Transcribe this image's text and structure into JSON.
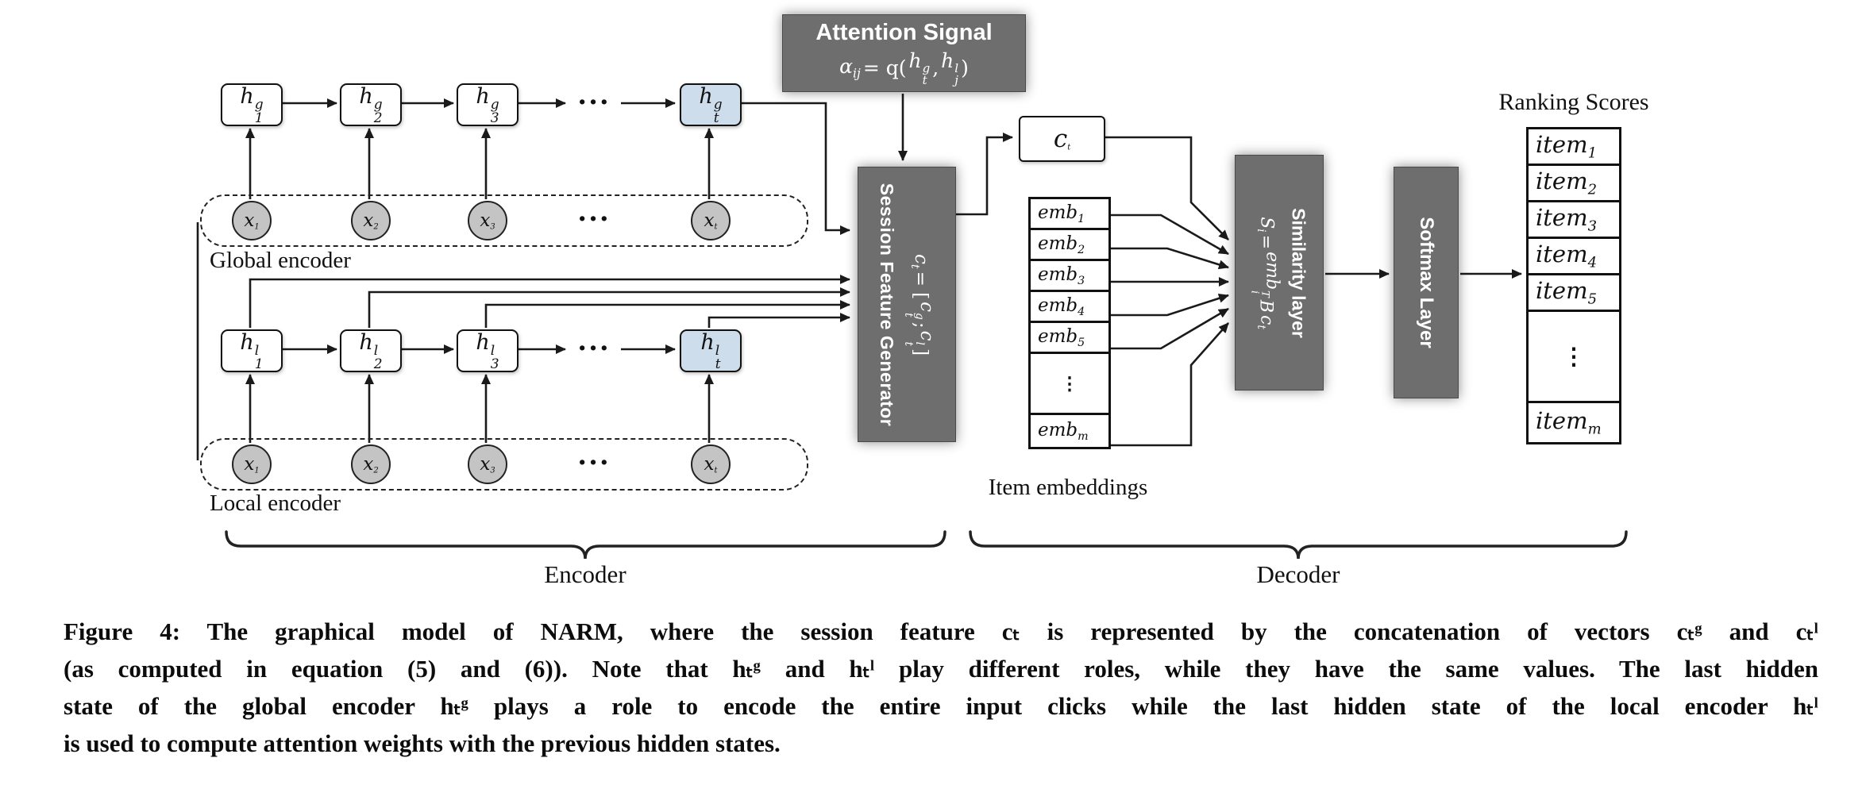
{
  "colors": {
    "dark_box": "#6e6e6e",
    "highlight_box": "#cdddeb",
    "node_fill": "#c4c4c4",
    "line": "#1a1a1a"
  },
  "attention": {
    "title": "Attention Signal",
    "f_alpha": "α",
    "f_alpha_sub": "ij",
    "f_eq": "= q(",
    "f_h": "h",
    "f_h1_sup": "g",
    "f_h1_sub": "t",
    "f_comma": ",",
    "f_h2_sup": "l",
    "f_h2_sub": "j",
    "f_close": ")"
  },
  "global": {
    "label": "Global encoder",
    "dots": "···",
    "units": [
      {
        "b": "h",
        "sup": "g",
        "sub": "1"
      },
      {
        "b": "h",
        "sup": "g",
        "sub": "2"
      },
      {
        "b": "h",
        "sup": "g",
        "sub": "3"
      },
      {
        "b": "h",
        "sup": "g",
        "sub": "t"
      }
    ],
    "inputs": [
      {
        "b": "x",
        "sub": "1"
      },
      {
        "b": "x",
        "sub": "2"
      },
      {
        "b": "x",
        "sub": "3"
      },
      {
        "b": "x",
        "sub": "t"
      }
    ]
  },
  "local": {
    "label": "Local encoder",
    "dots": "···",
    "units": [
      {
        "b": "h",
        "sup": "l",
        "sub": "1"
      },
      {
        "b": "h",
        "sup": "l",
        "sub": "2"
      },
      {
        "b": "h",
        "sup": "l",
        "sub": "3"
      },
      {
        "b": "h",
        "sup": "l",
        "sub": "t"
      }
    ],
    "inputs": [
      {
        "b": "x",
        "sub": "1"
      },
      {
        "b": "x",
        "sub": "2"
      },
      {
        "b": "x",
        "sub": "3"
      },
      {
        "b": "x",
        "sub": "t"
      }
    ]
  },
  "sfg": {
    "title": "Session Feature Generator",
    "f_c": "c",
    "f_c_sub": "t",
    "f_eq": "= [",
    "f_cg": "c",
    "f_cg_sup": "g",
    "f_cg_sub": "t",
    "f_semi": ";",
    "f_cl": "c",
    "f_cl_sup": "l",
    "f_cl_sub": "t",
    "f_close": "]"
  },
  "ct": {
    "b": "c",
    "sub": "t"
  },
  "embeddings": {
    "label": "Item embeddings",
    "prefix": "emb",
    "subs": [
      "1",
      "2",
      "3",
      "4",
      "5"
    ],
    "dots": "⋮",
    "last_sub": "m"
  },
  "similarity": {
    "title": "Similarity layer",
    "f_S": "S",
    "f_S_sub": "i",
    "f_eq": "=",
    "f_emb": "emb",
    "f_emb_sup": "T",
    "f_emb_sub": "i",
    "f_B": "B",
    "f_c": "c",
    "f_c_sub": "t"
  },
  "softmax": {
    "title": "Softmax Layer"
  },
  "ranking": {
    "label": "Ranking Scores",
    "prefix": "item",
    "subs": [
      "1",
      "2",
      "3",
      "4",
      "5"
    ],
    "dots": "⋮",
    "last_sub": "m"
  },
  "sections": {
    "encoder": "Encoder",
    "decoder": "Decoder"
  },
  "caption": {
    "lines": [
      "Figure 4: The graphical model of NARM, where the session feature cₜ is represented by the concatenation of vectors cₜᵍ and cₜˡ",
      "(as computed in equation (5) and (6)). Note that hₜᵍ and hₜˡ play different roles, while they have the same values. The last hidden",
      "state of the global encoder hₜᵍ plays a role to encode the entire input clicks while the last hidden state of the local encoder hₜˡ",
      "is used to compute attention weights with the previous hidden states."
    ]
  }
}
